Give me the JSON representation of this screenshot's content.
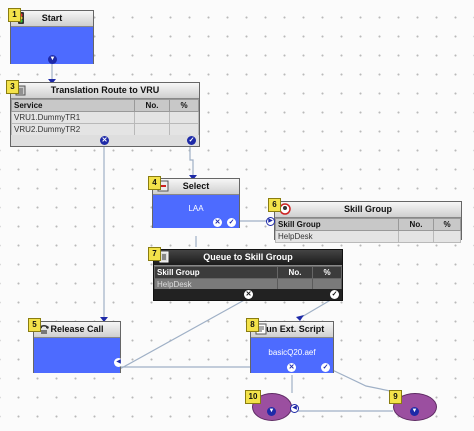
{
  "nodes": {
    "start": {
      "number": "1",
      "title": "Start"
    },
    "translation": {
      "number": "3",
      "title": "Translation Route to VRU",
      "columns": [
        "Service",
        "No.",
        "%"
      ],
      "rows": [
        [
          "VRU1.DummyTR1",
          "",
          ""
        ],
        [
          "VRU2.DummyTR2",
          "",
          ""
        ]
      ]
    },
    "select": {
      "number": "4",
      "title": "Select",
      "body": "LAA"
    },
    "skill_group": {
      "number": "6",
      "title": "Skill Group",
      "columns": [
        "Skill Group",
        "No.",
        "%"
      ],
      "rows": [
        [
          "HelpDesk",
          "",
          ""
        ]
      ]
    },
    "queue": {
      "number": "7",
      "title": "Queue to Skill Group",
      "columns": [
        "Skill Group",
        "No.",
        "%"
      ],
      "rows": [
        [
          "HelpDesk",
          "",
          ""
        ]
      ]
    },
    "release": {
      "number": "5",
      "title": "Release Call"
    },
    "run_script": {
      "number": "8",
      "title": "Run Ext. Script",
      "body": "basicQ20.aef"
    },
    "node10": {
      "number": "10"
    },
    "node9": {
      "number": "9"
    }
  },
  "colors": {
    "node_blue": "#4d6bff",
    "connector": "#1e2aa8",
    "badge": "#f3e24a",
    "ellipse": "#9b4fa0"
  }
}
